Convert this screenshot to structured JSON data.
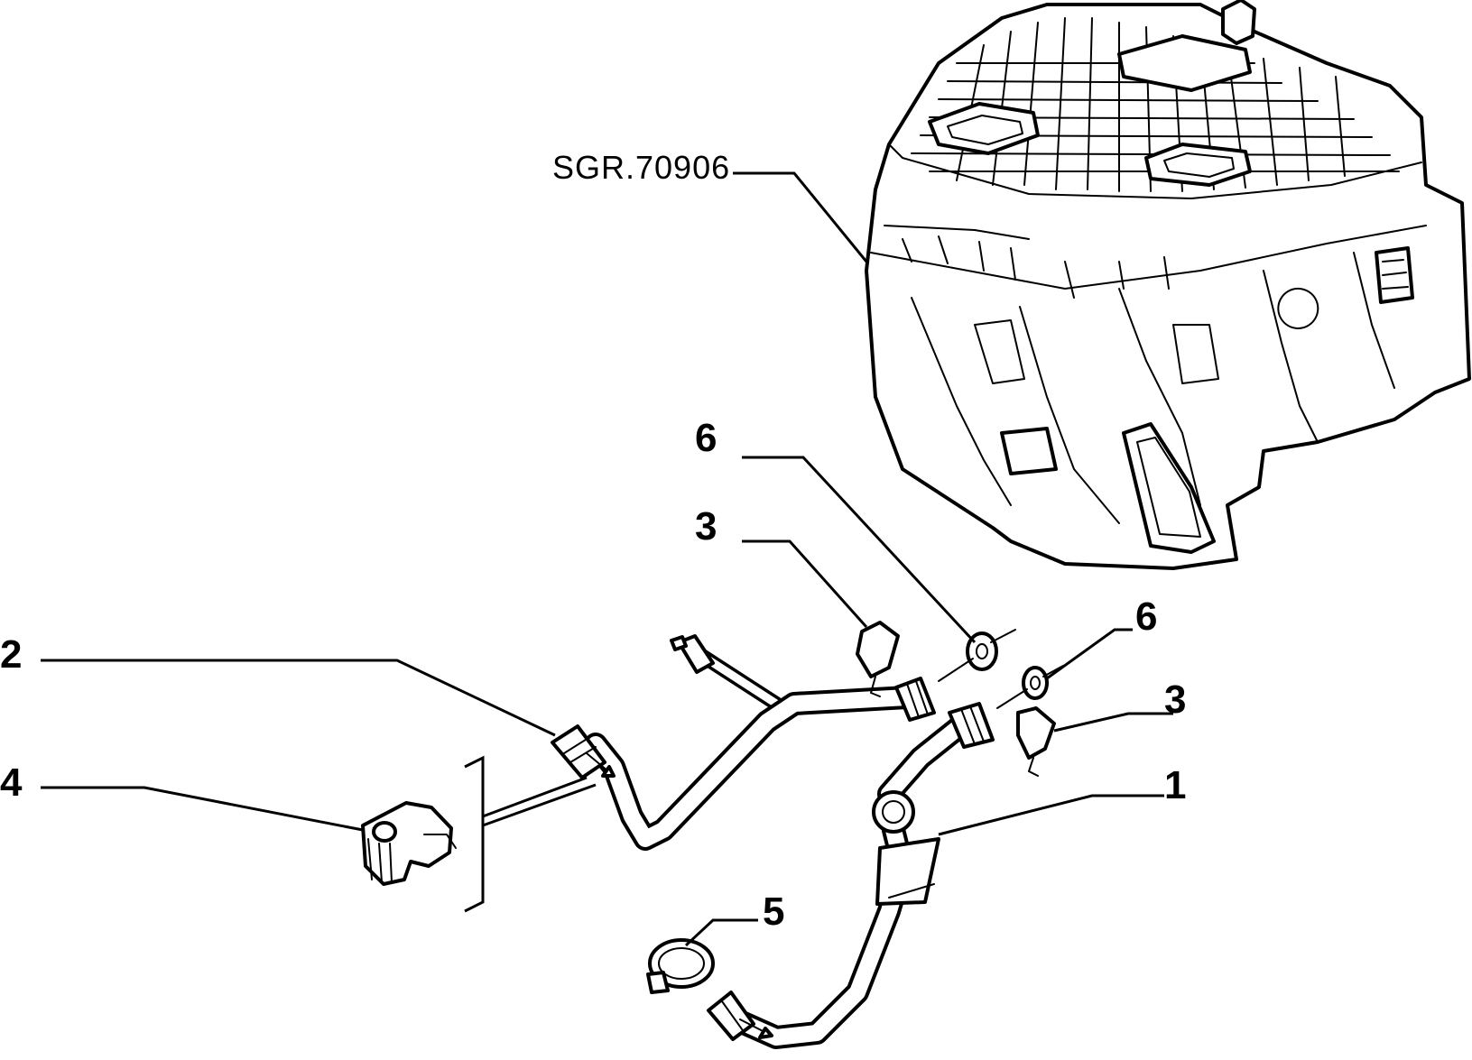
{
  "reference": {
    "code": "SGR.70906"
  },
  "callouts": [
    {
      "id": "callout-1",
      "label": "1"
    },
    {
      "id": "callout-2",
      "label": "2"
    },
    {
      "id": "callout-3a",
      "label": "3"
    },
    {
      "id": "callout-3b",
      "label": "3"
    },
    {
      "id": "callout-4",
      "label": "4"
    },
    {
      "id": "callout-5",
      "label": "5"
    },
    {
      "id": "callout-6a",
      "label": "6"
    },
    {
      "id": "callout-6b",
      "label": "6"
    }
  ],
  "colors": {
    "line": "#000000",
    "background": "#ffffff"
  }
}
